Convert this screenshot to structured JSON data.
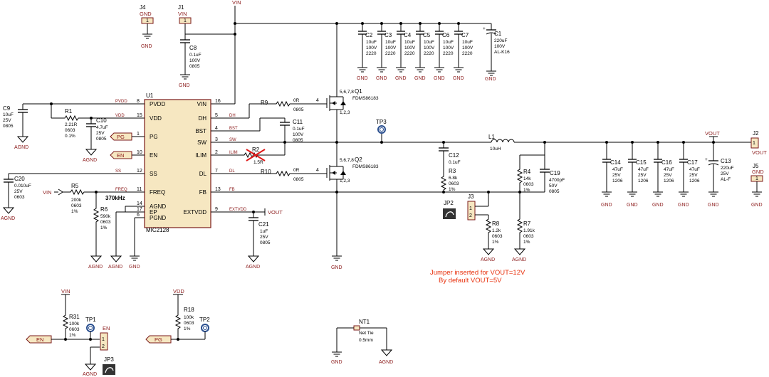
{
  "power_labels": {
    "vin": "VIN",
    "vdd": "VDD",
    "vout": "VOUT",
    "gnd": "GND",
    "agnd": "AGND"
  },
  "freq_label": "370kHz",
  "ic": {
    "ref": "U1",
    "part": "MIC2128",
    "left_pins": [
      {
        "num": "8",
        "name": "PVDD",
        "net": "PVDD"
      },
      {
        "num": "15",
        "name": "VDD",
        "net": "VDD"
      },
      {
        "num": "1",
        "name": "PG",
        "net": ""
      },
      {
        "num": "10",
        "name": "EN",
        "net": ""
      },
      {
        "num": "12",
        "name": "SS",
        "net": "SS"
      },
      {
        "num": "11",
        "name": "FREQ",
        "net": "FREQ"
      },
      {
        "num": "14",
        "name": "AGND",
        "net": ""
      },
      {
        "num": "17",
        "name": "EP",
        "net": ""
      },
      {
        "num": "6",
        "name": "PGND",
        "net": ""
      }
    ],
    "right_pins": [
      {
        "num": "16",
        "name": "VIN",
        "net": ""
      },
      {
        "num": "5",
        "name": "DH",
        "net": "DH"
      },
      {
        "num": "4",
        "name": "BST",
        "net": "BST"
      },
      {
        "num": "3",
        "name": "SW",
        "net": "SW"
      },
      {
        "num": "2",
        "name": "ILIM",
        "net": "ILIM"
      },
      {
        "num": "7",
        "name": "DL",
        "net": "DL"
      },
      {
        "num": "13",
        "name": "FB",
        "net": "FB"
      },
      {
        "num": "9",
        "name": "EXTVDD",
        "net": "EXTVDD"
      }
    ]
  },
  "connectors": [
    {
      "ref": "J4",
      "net": "GND",
      "pin": "1"
    },
    {
      "ref": "J1",
      "net": "VIN",
      "pin": "1"
    },
    {
      "ref": "J2",
      "net": "VOUT",
      "pin": "1"
    },
    {
      "ref": "J5",
      "net": "GND",
      "pin": "1"
    }
  ],
  "input_caps": [
    {
      "ref": "C2",
      "value": "10uF",
      "voltage": "100V",
      "size": "2220"
    },
    {
      "ref": "C3",
      "value": "10uF",
      "voltage": "100V",
      "size": "2220"
    },
    {
      "ref": "C4",
      "value": "10uF",
      "voltage": "100V",
      "size": "2220"
    },
    {
      "ref": "C5",
      "value": "10uF",
      "voltage": "100V",
      "size": "2220"
    },
    {
      "ref": "C6",
      "value": "10uF",
      "voltage": "100V",
      "size": "2220"
    },
    {
      "ref": "C7",
      "value": "10uF",
      "voltage": "100V",
      "size": "2220"
    }
  ],
  "c1": {
    "ref": "C1",
    "value": "220uF",
    "voltage": "100V",
    "size": "AL-K16"
  },
  "c8": {
    "ref": "C8",
    "value": "0.1uF",
    "voltage": "100V",
    "size": "0805"
  },
  "c9": {
    "ref": "C9",
    "value": "10uF",
    "voltage": "25V",
    "size": "0805"
  },
  "r1": {
    "ref": "R1",
    "value": "2.21R",
    "size": "0603",
    "tol": "0.1%"
  },
  "c10": {
    "ref": "C10",
    "value": "4.7uF",
    "voltage": "25V",
    "size": "0805"
  },
  "c20": {
    "ref": "C20",
    "value": "0.010uF",
    "voltage": "25V",
    "size": "0603"
  },
  "r5": {
    "ref": "R5",
    "value": "200k",
    "size": "0603",
    "tol": "1%"
  },
  "r6": {
    "ref": "R6",
    "value": "590k",
    "size": "0603",
    "tol": "1%"
  },
  "r9": {
    "ref": "R9",
    "value": "0R",
    "size": "0805"
  },
  "r10": {
    "ref": "R10",
    "value": "0R",
    "size": "0805"
  },
  "r2": {
    "ref": "R2",
    "value": "1.5R"
  },
  "c11": {
    "ref": "C11",
    "value": "0.1uF",
    "voltage": "100V",
    "size": "0805"
  },
  "c21": {
    "ref": "C21",
    "value": "1uF",
    "voltage": "25V",
    "size": "0805"
  },
  "q1": {
    "ref": "Q1",
    "part": "FDMS86183",
    "drain": "5,6,7,8",
    "source": "1,2,3",
    "gate": "4"
  },
  "q2": {
    "ref": "Q2",
    "part": "FDMS86183",
    "drain": "5,6,7,8",
    "source": "1,2,3",
    "gate": "4"
  },
  "tp3": "TP3",
  "l1": {
    "ref": "L1",
    "value": "10uH"
  },
  "c12": {
    "ref": "C12",
    "value": "0.1uF"
  },
  "r3": {
    "ref": "R3",
    "value": "6.8k",
    "size": "0603",
    "tol": "1%"
  },
  "r4": {
    "ref": "R4",
    "value": "14k",
    "size": "0603",
    "tol": "1%"
  },
  "c19": {
    "ref": "C19",
    "value": "4700pF",
    "voltage": "50V",
    "size": "0805"
  },
  "r7": {
    "ref": "R7",
    "value": "1.91k",
    "size": "0603",
    "tol": "1%"
  },
  "r8": {
    "ref": "R8",
    "value": "1.2k",
    "size": "0603",
    "tol": "1%"
  },
  "jp2": "JP2",
  "j3": "J3",
  "output_caps": [
    {
      "ref": "C14",
      "value": "47uF",
      "voltage": "25V",
      "size": "1206"
    },
    {
      "ref": "C15",
      "value": "47uF",
      "voltage": "25V",
      "size": "1206"
    },
    {
      "ref": "C16",
      "value": "47uF",
      "voltage": "25V",
      "size": "1206"
    },
    {
      "ref": "C17",
      "value": "47uF",
      "voltage": "25V",
      "size": "1206"
    }
  ],
  "c13": {
    "ref": "C13",
    "value": "220uF",
    "voltage": "25V",
    "size": "AL-F"
  },
  "note_lines": [
    "Jumper inserted for VOUT=12V",
    "By default VOUT=5V"
  ],
  "r31": {
    "ref": "R31",
    "value": "100k",
    "size": "0603",
    "tol": "1%"
  },
  "r18": {
    "ref": "R18",
    "value": "100k",
    "size": "0603",
    "tol": "1%"
  },
  "tp1": "TP1",
  "tp2": "TP2",
  "jp3": "JP3",
  "en_header": "EN",
  "nt1": {
    "ref": "NT1",
    "part": "Net Tie",
    "size": "0.5mm"
  },
  "net_ports": {
    "pg": "PG",
    "en": "EN"
  }
}
